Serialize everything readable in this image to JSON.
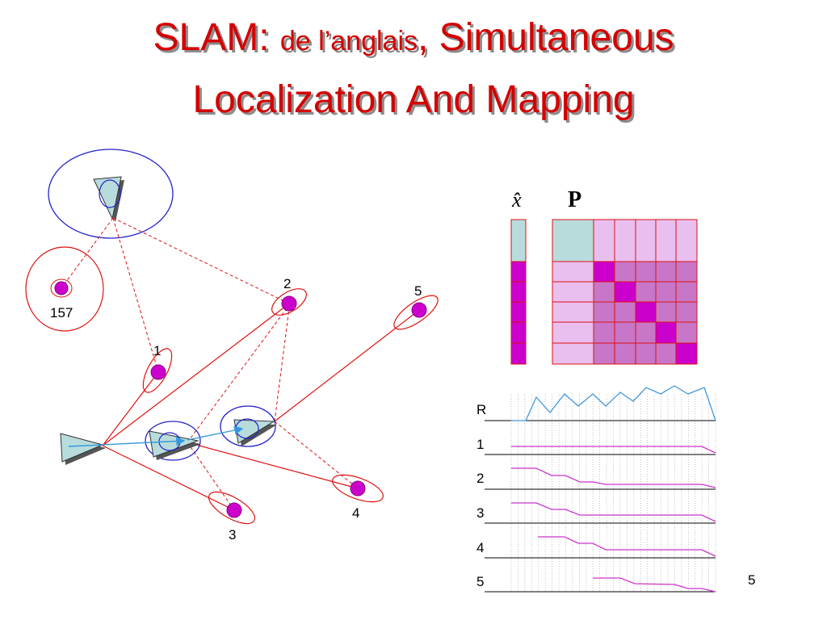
{
  "title": {
    "prefix": "SLAM: ",
    "small": "de l’anglais",
    "suffix": ", Simultaneous",
    "line2": "Localization And Mapping"
  },
  "landmarks": [
    {
      "id": "157",
      "label": "157"
    },
    {
      "id": "1",
      "label": "1"
    },
    {
      "id": "2",
      "label": "2"
    },
    {
      "id": "3",
      "label": "3"
    },
    {
      "id": "4",
      "label": "4"
    },
    {
      "id": "5",
      "label": "5"
    }
  ],
  "matrix": {
    "state_label": "x̂",
    "cov_label": "P"
  },
  "timeline": {
    "rows": [
      "R",
      "1",
      "2",
      "3",
      "4",
      "5"
    ],
    "corner_label": "5"
  },
  "colors": {
    "title": "#d40000",
    "robot_fill": "#b8dcdc",
    "landmark": "#cc00cc",
    "uncertainty_robot": "#2222cc",
    "uncertainty_landmark": "#dd1111",
    "matrix_light": "#e9bff0",
    "matrix_mid": "#c876c8",
    "matrix_diag": "#cc00cc",
    "matrix_state": "#b8dcdc",
    "R_line": "#4499dd",
    "landmark_line": "#cc33cc"
  }
}
